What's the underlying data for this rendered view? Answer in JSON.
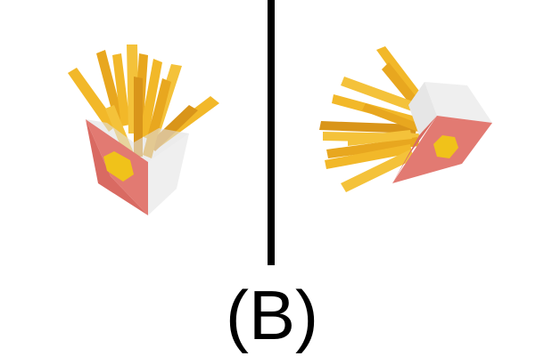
{
  "caption": "(B)",
  "colors": {
    "fry": "#f2b829",
    "fry_shadow": "#d9951a",
    "box_front": "#e27a72",
    "box_side": "#efefef",
    "emblem": "#f0c21a",
    "divider": "#000000"
  },
  "panels": [
    {
      "name": "fries-box-upright",
      "icon": "french-fries-icon"
    },
    {
      "name": "fries-box-rotated",
      "icon": "french-fries-icon"
    }
  ]
}
